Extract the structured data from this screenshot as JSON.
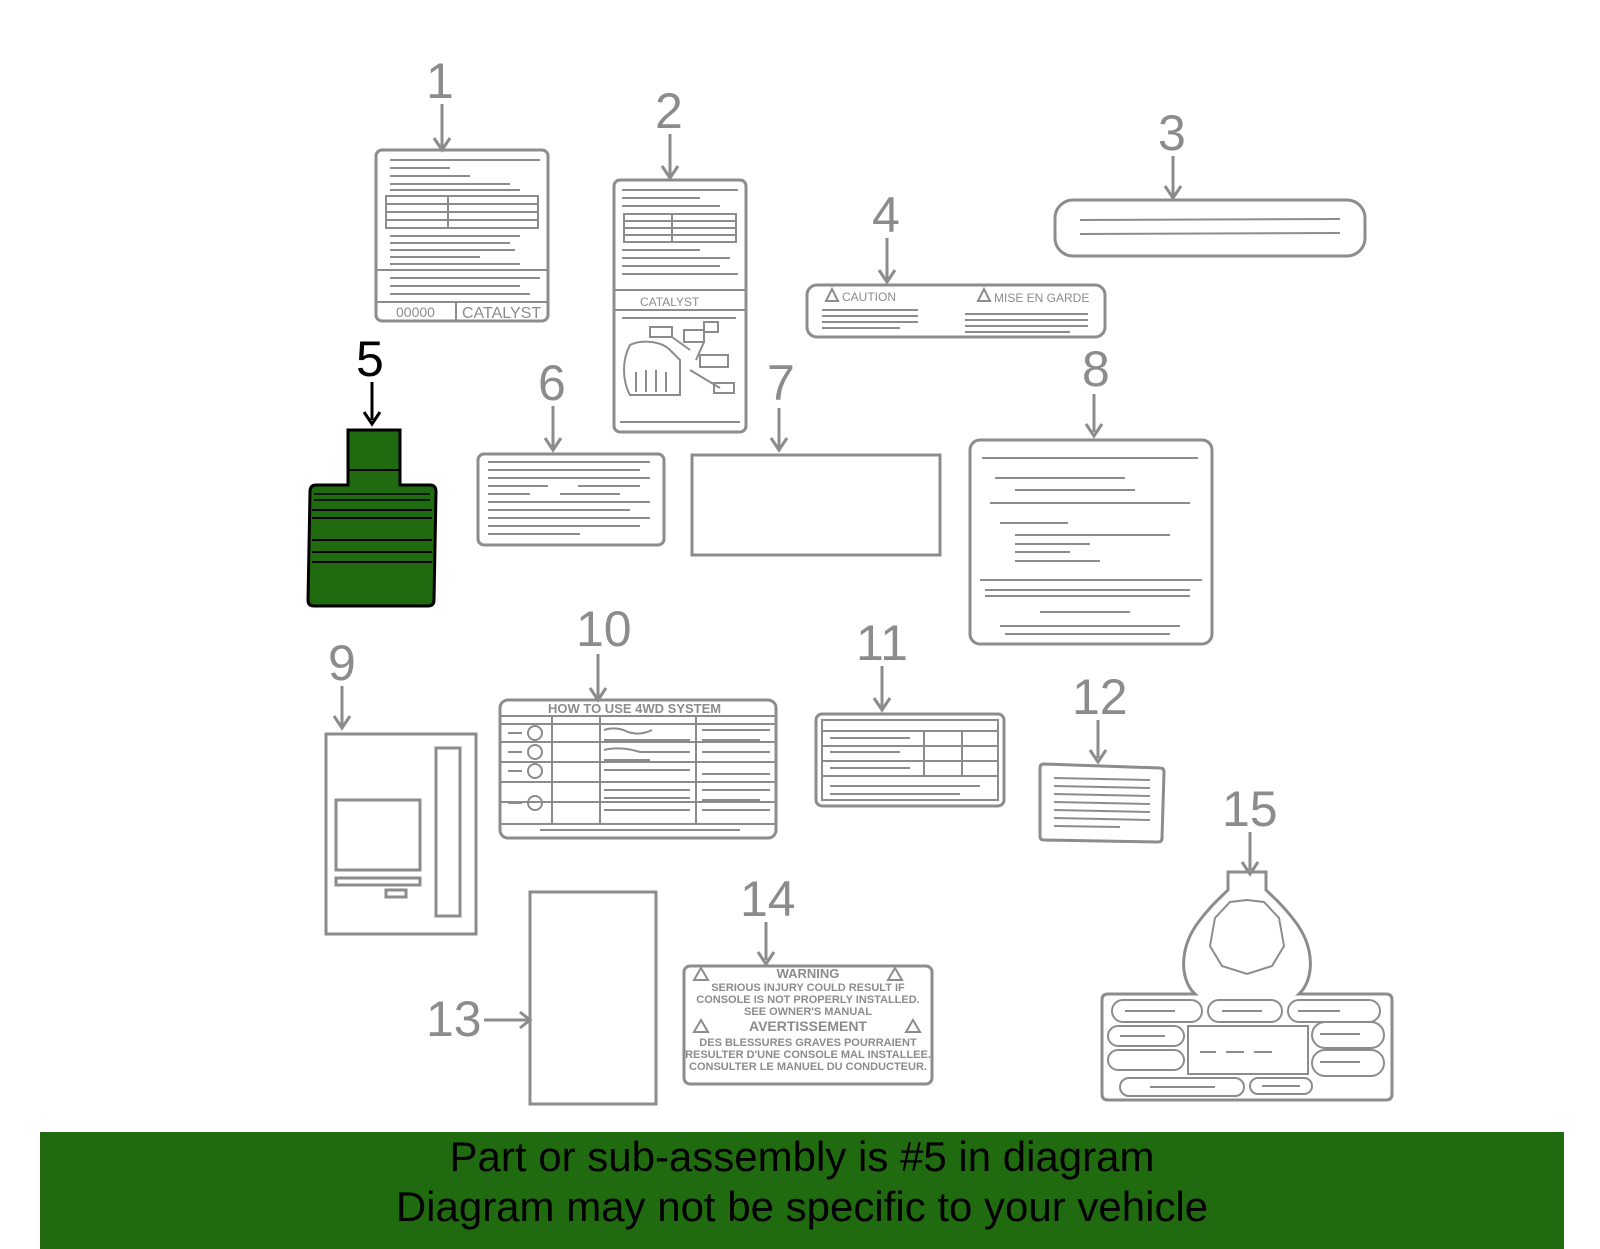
{
  "diagram": {
    "selected_part": "5",
    "callouts": [
      "1",
      "2",
      "3",
      "4",
      "5",
      "6",
      "7",
      "8",
      "9",
      "10",
      "11",
      "12",
      "13",
      "14",
      "15"
    ],
    "label_texts": {
      "catalyst": "CATALYST",
      "caution": "CAUTION",
      "mise_en_garde": "MISE EN GARDE",
      "how_to_use_4wd": "HOW TO USE 4WD SYSTEM",
      "warning": "WARNING",
      "warning_line1": "SERIOUS INJURY COULD RESULT IF",
      "warning_line2": "CONSOLE IS NOT PROPERLY INSTALLED.",
      "warning_line3": "SEE OWNER'S MANUAL",
      "avertissement": "AVERTISSEMENT",
      "avert_line1": "DES BLESSURES GRAVES POURRAIENT",
      "avert_line2": "RESULTER D'UNE CONSOLE MAL INSTALLEE.",
      "avert_line3": "CONSULTER LE MANUEL DU CONDUCTEUR."
    }
  },
  "banner": {
    "line1": "Part or sub-assembly is #5 in diagram",
    "line2": "Diagram may not be specific to your vehicle"
  },
  "colors": {
    "highlight": "#206b10",
    "line": "#8c8c8c",
    "selected_outline": "#000000"
  }
}
